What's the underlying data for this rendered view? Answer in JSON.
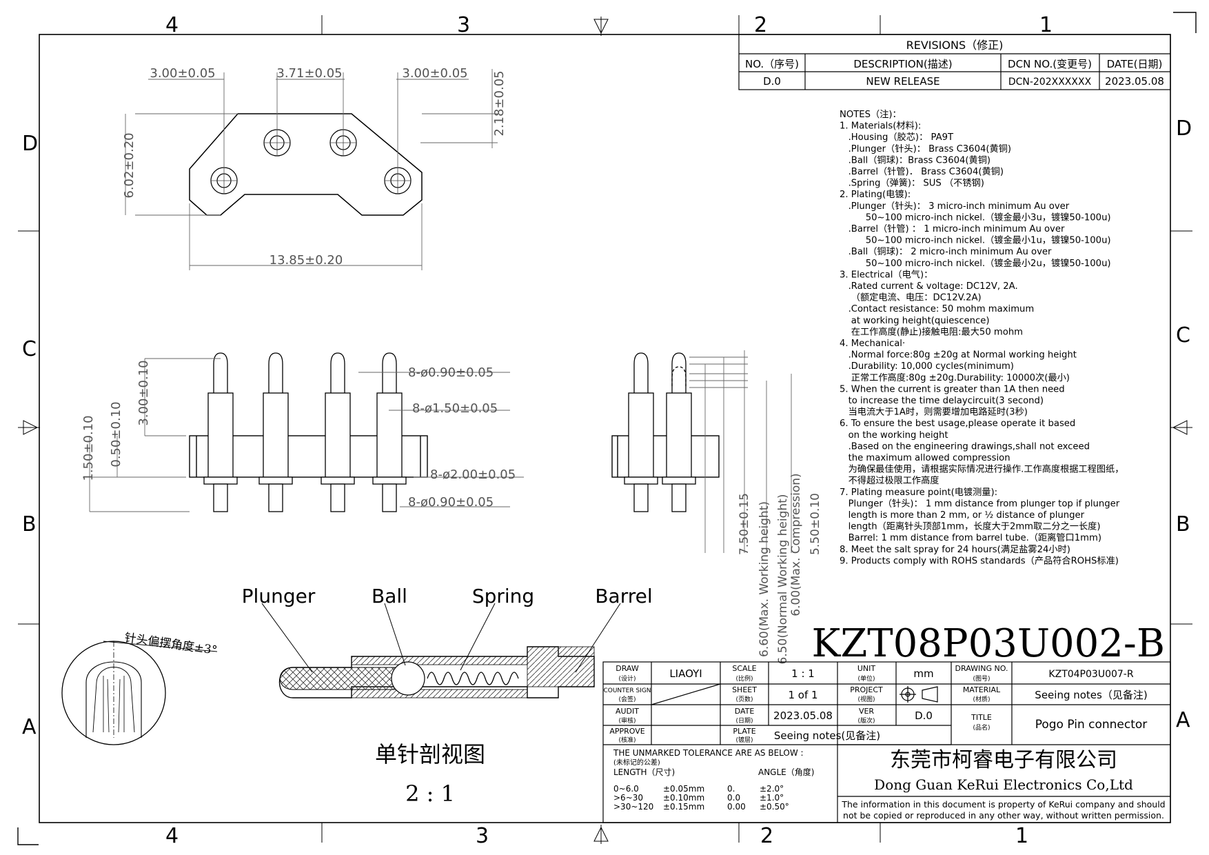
{
  "frame": {
    "zones_top": [
      "4",
      "3",
      "2",
      "1"
    ],
    "zones_bottom": [
      "4",
      "3",
      "2",
      "1"
    ],
    "zones_left": [
      "D",
      "C",
      "B",
      "A"
    ],
    "zones_right": [
      "D",
      "C",
      "B",
      "A"
    ]
  },
  "revisions": {
    "title": "REVISIONS（修正)",
    "headers": [
      "NO.（序号)",
      "DESCRIPTION(描述)",
      "DCN NO.(变更号)",
      "DATE(日期)"
    ],
    "row": [
      "D.0",
      "NEW RELEASE",
      "DCN-202XXXXXX",
      "2023.05.08"
    ]
  },
  "top_view": {
    "dims": [
      "3.00±0.05",
      "3.71±0.05",
      "3.00±0.05",
      "2.18±0.05",
      "6.02±0.20",
      "13.85±0.20"
    ]
  },
  "side_view": {
    "dims_v": [
      "1.50±0.10",
      "0.50±0.10",
      "3.00±0.10"
    ],
    "dims_h": [
      "8-ø0.90±0.05",
      "8-ø1.50±0.05",
      "8-ø2.00±0.05",
      "8-ø0.90±0.05"
    ]
  },
  "height_dims": [
    "7.50±0.15",
    "6.60(Max. Working height)",
    "6.50(Normal Working height)",
    "6.00(Max. Compression)",
    "5.50±0.10"
  ],
  "notes": [
    "NOTES（注)：",
    "1. Materials(材料):",
    "   .Housing（胶芯)： PA9T",
    "   .Plunger（针头)： Brass C3604(黄铜)",
    "   .Ball（铜球)：Brass C3604(黄铜)",
    "   .Barrel（针管)． Brass C3604(黄铜)",
    "   .Spring（弹簧)： SUS （不锈钢)",
    "2. Plating(电镀):",
    "   .Plunger（针头)： 3 micro-inch minimum Au over",
    "         50~100 micro-inch nickel.（镀金最小3u，镀镍50-100u)",
    "   .Barrel（针管) ： 1 micro-inch minimum Au over",
    "         50~100 micro-inch nickel.（镀金最小1u，镀镍50-100u)",
    "   .Ball（铜球)： 2 micro-inch minimum Au over",
    "         50~100 micro-inch nickel.（镀金最小2u，镀镍50-100u)",
    "3. Electrical（电气)：",
    "   .Rated current & voltage: DC12V, 2A.",
    "    （额定电流、电压：DC12V.2A)",
    "   .Contact resistance: 50 mohm maximum",
    "    at working height(quiescence)",
    "    在工作高度(静止)接触电阻:最大50 mohm",
    "4. Mechanical·",
    "   .Normal force:80g ±20g at Normal working height",
    "   .Durability: 10,000 cycles(minimum)",
    "    正常工作高度:80g ±20g.Durability: 10000次(最小)",
    "5. When the current is greater than 1A then need",
    "   to increase the time delaycircuit(3 second)",
    "   当电流大于1A时，则需要增加电路延时(3秒)",
    "6. To ensure the best usage,please operate it based",
    "   on the working height",
    "   .Based on the engineering drawings,shall not exceed",
    "   the maximum allowed compression",
    "   为确保最佳使用，请根据实际情况进行操作.工作高度根据工程图纸，",
    "   不得超过极限工作高度",
    "7. Plating measure point(电镀测量):",
    "   Plunger（针头)： 1 mm distance from plunger top if plunger",
    "   length is more than 2 mm, or ½ distance of plunger",
    "   length（距离针头顶部1mm，长度大于2mm取二分之一长度)",
    "   Barrel: 1 mm distance from barrel tube.（距离管口1mm)",
    "8. Meet the salt spray for 24 hours(满足盐雾24小时)",
    "9. Products comply with ROHS standards（产品符合ROHS标准)"
  ],
  "section": {
    "labels": [
      "Plunger",
      "Ball",
      "Spring",
      "Barrel"
    ],
    "angle_label": "针头偏摆角度±3°",
    "caption": "单针剖视图",
    "scale": "2 : 1"
  },
  "part_number": "KZT08P03U002-B",
  "title_block": {
    "draw_label": "DRAW",
    "draw_cn": "(设计)",
    "draw_value": "LIAOYI",
    "scale_label": "SCALE",
    "scale_cn": "(比例)",
    "scale_value": "1 : 1",
    "unit_label": "UNIT",
    "unit_cn": "(单位)",
    "unit_value": "mm",
    "dwg_label": "DRAWING NO.",
    "dwg_cn": "(图号)",
    "dwg_value": "KZT04P03U007-R",
    "counter_label": "COUNTER SIGN",
    "counter_cn": "(会签)",
    "sheet_label": "SHEET",
    "sheet_cn": "(页数)",
    "sheet_value": "1 of 1",
    "project_label": "PROJECT",
    "project_cn": "(视图)",
    "material_label": "MATERIAL",
    "material_cn": "(材质)",
    "material_value": "Seeing notes（见备注)",
    "audit_label": "AUDIT",
    "audit_cn": "(审核)",
    "date_label": "DATE",
    "date_cn": "(日期)",
    "date_value": "2023.05.08",
    "ver_label": "VER",
    "ver_cn": "(版次)",
    "ver_value": "D.0",
    "approve_label": "APPROVE",
    "approve_cn": "(核准)",
    "plate_label": "PLATE",
    "plate_cn": "(镀层)",
    "plate_value": "Seeing notes(见备注)",
    "title_label": "TITLE",
    "title_cn": "(品名)",
    "title_value": "Pogo Pin connector",
    "tol_title": "THE UNMARKED TOLERANCE ARE AS BELOW :",
    "tol_cn": "(未标记的公差)",
    "length_label": "LENGTH（尺寸)",
    "angle_label": "ANGLE（角度)",
    "tol_rows": [
      [
        "0~6.0",
        "±0.05mm",
        "0.",
        "±2.0°"
      ],
      [
        ">6~30",
        "±0.10mm",
        "0.0",
        "±1.0°"
      ],
      [
        ">30~120",
        "±0.15mm",
        "0.00",
        "±0.50°"
      ]
    ],
    "company_cn": "东莞市柯睿电子有限公司",
    "company_en": "Dong Guan KeRui Electronics Co,Ltd",
    "disclaimer_1": "The information in this document is property of KeRui company and should",
    "disclaimer_2": "not be copied or reproduced in any other way, without written permission."
  }
}
